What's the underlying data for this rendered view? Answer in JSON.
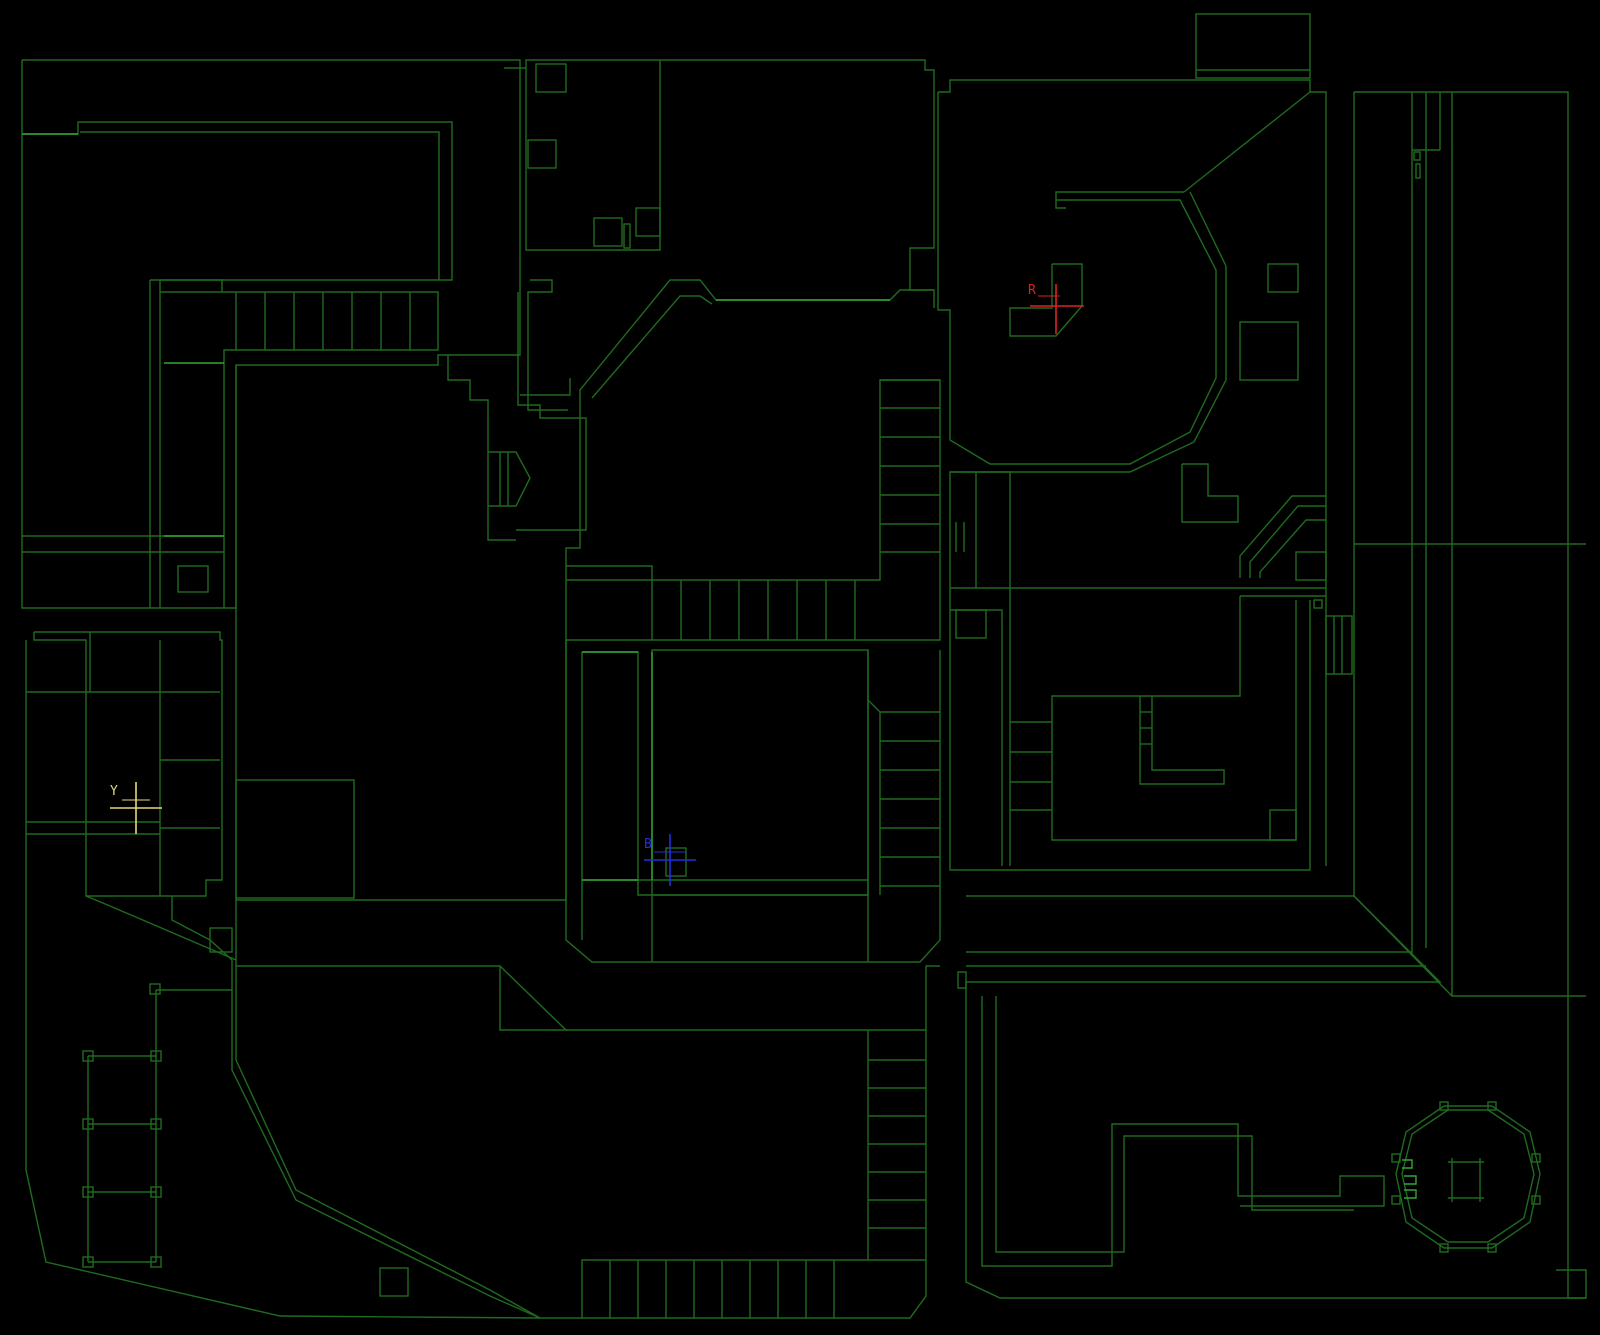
{
  "map": {
    "colors": {
      "background": "#000000",
      "wall": "#1f6b1f",
      "wall_bright": "#34a534"
    }
  },
  "markers": {
    "yellow": {
      "label": "Y",
      "color": "#e6d878"
    },
    "red": {
      "label": "R",
      "color": "#e02020"
    },
    "blue": {
      "label": "B",
      "color": "#2030e0"
    }
  }
}
